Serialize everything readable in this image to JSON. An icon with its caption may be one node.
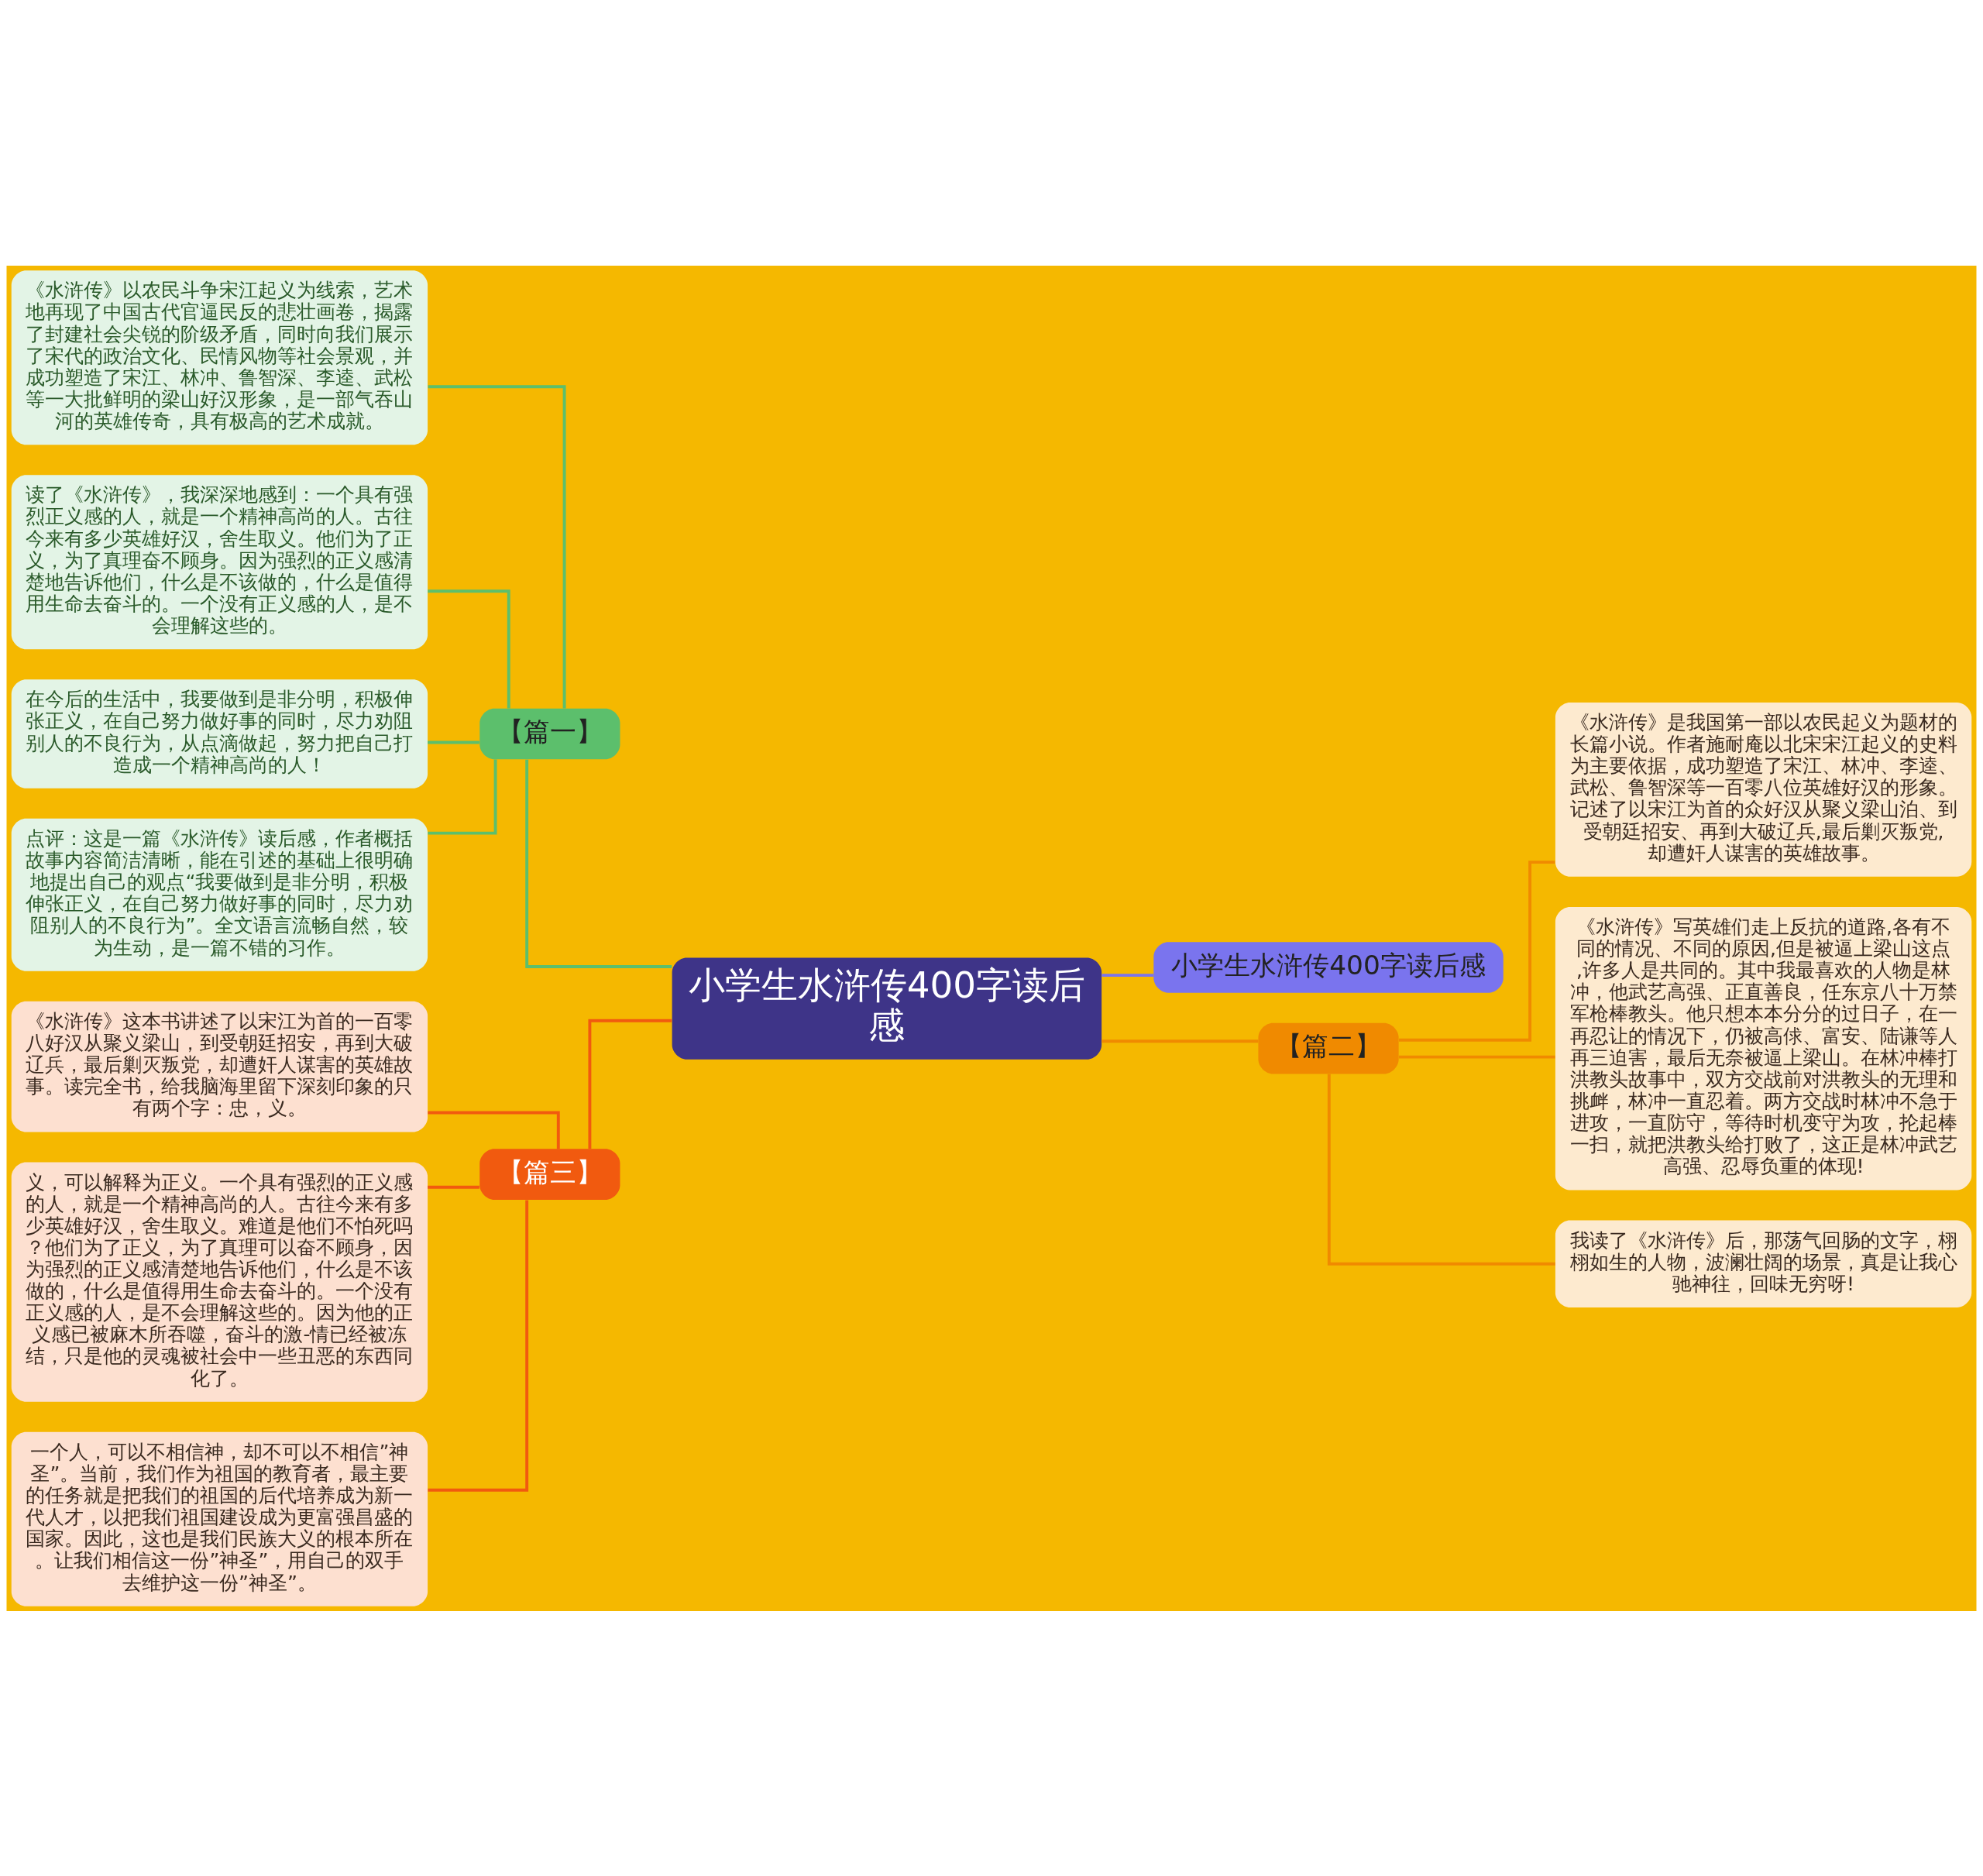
{
  "diagram": {
    "nodes": [
      {
        "text": [
          "小学生水浒传400字读后感"
        ]
      },
      {
        "text": [
          "【篇一】"
        ]
      },
      {
        "text": [
          "《水浒传》以农民斗争宋江起义为线索，艺术地再现了中国古代官逼民反的悲壮画卷，揭露了封建社会尖锐的阶级矛盾，同时向我们展示了宋代的政治文化、民情风物等社会景观，并成功塑造了宋江、林冲、鲁智深、李逵、武松等一大批鲜明的梁山好汉形象，是一部气吞山河的英雄传奇，具有极高的艺术成就。"
        ]
      },
      {
        "text": [
          "读了《水浒传》，我深深地感到：一个具有强烈正义感的人，就是一个精神高尚的人。古往今来有多少英雄好汉，舍生取义。他们为了正义，为了真理奋不顾身。因为强烈的正义感清楚地告诉他们，什么是不该做的，什么是值得用生命去奋斗的。一个没有正义感的人，是不会理解这些的。"
        ]
      },
      {
        "text": [
          "在今后的生活中，我要做到是非分明，积极伸张正义，在自己努力做好事的同时，尽力劝阻别人的不良行为，从点滴做起，努力把自己打造成一个精神高尚的人！"
        ]
      },
      {
        "text": [
          "点评：这是一篇《水浒传》读后感，作者概括故事内容简洁清晰，能在引述的基础上很明确地提出自己的观点“我要做到是非分明，积极伸张正义，在自己努力做好事的同时，尽力劝阻别人的不良行为”。全文语言流畅自然，较为生动，是一篇不错的习作。"
        ]
      },
      {
        "text": [
          "【篇三】"
        ]
      },
      {
        "text": [
          "《水浒传》这本书讲述了以宋江为首的一百零八好汉从聚义梁山，到受朝廷招安，再到大破辽兵，最后剿灭叛党，却遭奸人谋害的英雄故事。读完全书，给我脑海里留下深刻印象的只有两个字：忠，义。"
        ]
      },
      {
        "text": [
          "义，可以解释为正义。一个具有强烈的正义感的人，就是一个精神高尚的人。古往今来有多少英雄好汉，舍生取义。难道是他们不怕死吗？他们为了正义，为了真理可以奋不顾身，因为强烈的正义感清楚地告诉他们，什么是不该做的，什么是值得用生命去奋斗的。一个没有正义感的人，是不会理解这些的。因为他的正义感已被麻木所吞噬，奋斗的激-情已经被冻结，只是他的灵魂被社会中一些丑恶的东西同化了。"
        ]
      },
      {
        "text": [
          "一个人，可以不相信神，却不可以不相信”神圣”。当前，我们作为祖国的教育者，最主要的任务就是把我们的祖国的后代培养成为新一代人才，以把我们祖国建设成为更富强昌盛的国家。因此，这也是我们民族大义的根本所在。让我们相信这一份”神圣”，用自己的双手去维护这一份”神圣”。"
        ]
      },
      {
        "text": [
          "小学生水浒传400字读后感"
        ]
      },
      {
        "text": [
          "【篇二】"
        ]
      },
      {
        "text": [
          "《水浒传》是我国第一部以农民起义为题材的长篇小说。作者施耐庵以北宋宋江起义的史料为主要依据，成功塑造了宋江、林冲、李逵、武松、鲁智深等一百零八位英雄好汉的形象。记述了以宋江为首的众好汉从聚义梁山泊、到受朝廷招安、再到大破辽兵,最后剿灭叛党,却遭奸人谋害的英雄故事。"
        ]
      },
      {
        "text": [
          "《水浒传》写英雄们走上反抗的道路,各有不同的情况、不同的原因,但是被逼上梁山这点,许多人是共同的。其中我最喜欢的人物是林冲，他武艺高强、正直善良，任东京八十万禁军枪棒教头。他只想本本分分的过日子，在一再忍让的情况下，仍被高俅、富安、陆谦等人再三迫害，最后无奈被逼上梁山。在林冲棒打洪教头故事中，双方交战前对洪教头的无理和挑衅，林冲一直忍着。两方交战时林冲不急于进攻，一直防守，等待时机变守为攻，抡起棒一扫，就把洪教头给打败了，这正是林冲武艺高强、忍辱负重的体现!"
        ]
      },
      {
        "text": [
          "我读了《水浒传》后，那荡气回肠的文字，栩栩如生的人物，波澜壮阔的场景，真是让我心驰神往，回味无穷呀!"
        ]
      }
    ],
    "edges": [
      {
        "from": 0,
        "to": 1,
        "arrow": "none",
        "color": "#5cbf6c"
      },
      {
        "from": 1,
        "to": 2,
        "arrow": "none",
        "color": "#5cbf6c"
      },
      {
        "from": 1,
        "to": 3,
        "arrow": "none",
        "color": "#5cbf6c"
      },
      {
        "from": 1,
        "to": 4,
        "arrow": "none",
        "color": "#5cbf6c"
      },
      {
        "from": 1,
        "to": 5,
        "arrow": "none",
        "color": "#5cbf6c"
      },
      {
        "from": 0,
        "to": 6,
        "arrow": "none",
        "color": "#f15a0f"
      },
      {
        "from": 6,
        "to": 7,
        "arrow": "none",
        "color": "#f15a0f"
      },
      {
        "from": 6,
        "to": 8,
        "arrow": "none",
        "color": "#f15a0f"
      },
      {
        "from": 6,
        "to": 9,
        "arrow": "none",
        "color": "#f15a0f"
      },
      {
        "from": 0,
        "to": 10,
        "arrow": "none",
        "color": "#7a74ee"
      },
      {
        "from": 0,
        "to": 11,
        "arrow": "none",
        "color": "#f08a00"
      },
      {
        "from": 11,
        "to": 12,
        "arrow": "none",
        "color": "#f08a00"
      },
      {
        "from": 11,
        "to": 13,
        "arrow": "none",
        "color": "#f08a00"
      },
      {
        "from": 11,
        "to": 14,
        "arrow": "none",
        "color": "#f08a00"
      }
    ]
  }
}
